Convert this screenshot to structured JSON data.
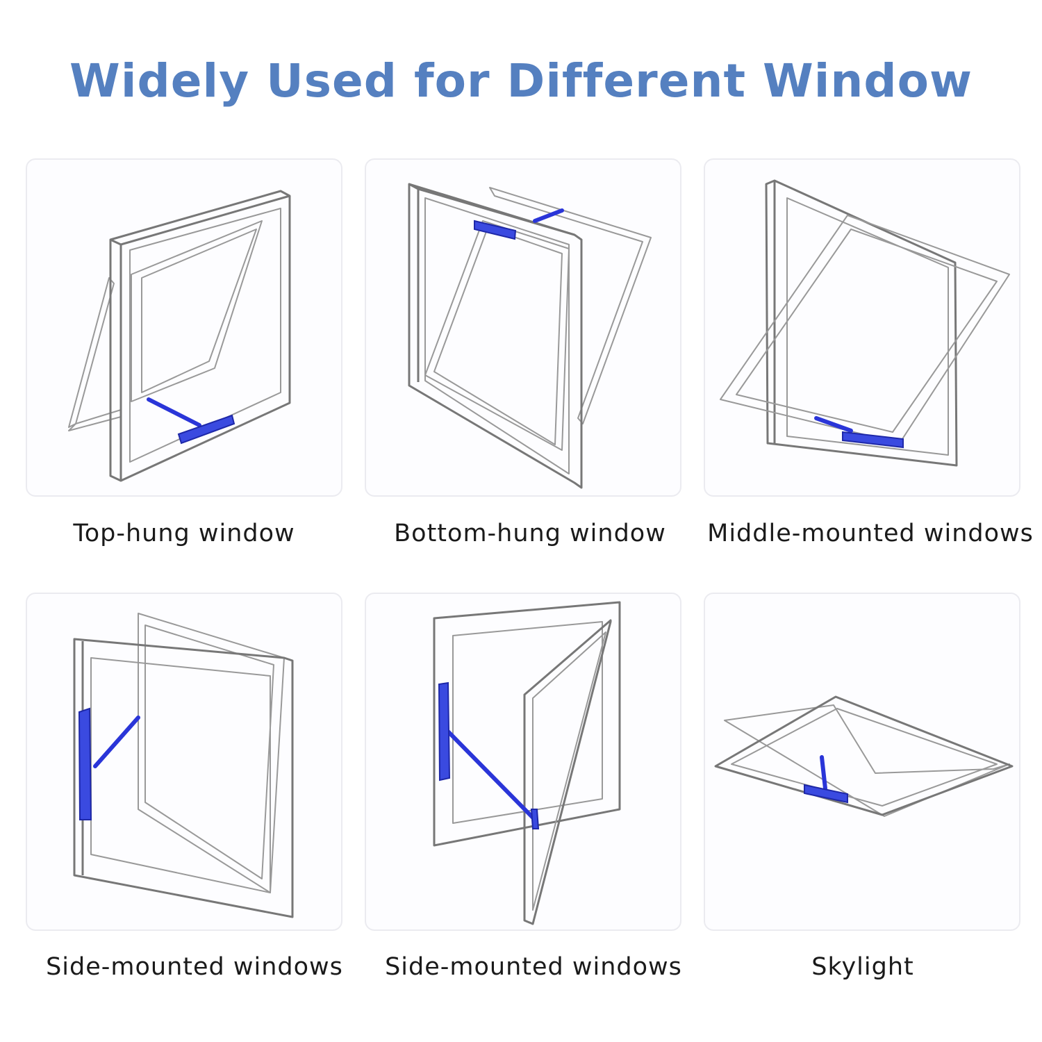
{
  "title": "Widely Used for Different Window",
  "colors": {
    "title": "#5580c0",
    "stay": "#2a35d8",
    "frame": "#777777"
  },
  "items": [
    {
      "label": "Top-hung window",
      "icon": "top-hung-window-illustration"
    },
    {
      "label": "Bottom-hung window",
      "icon": "bottom-hung-window-illustration"
    },
    {
      "label": "Middle-mounted windows",
      "icon": "middle-mounted-window-illustration"
    },
    {
      "label": "Side-mounted windows",
      "icon": "side-mounted-window-illustration"
    },
    {
      "label": "Side-mounted windows",
      "icon": "side-mounted-window-illustration"
    },
    {
      "label": "Skylight",
      "icon": "skylight-illustration"
    }
  ]
}
